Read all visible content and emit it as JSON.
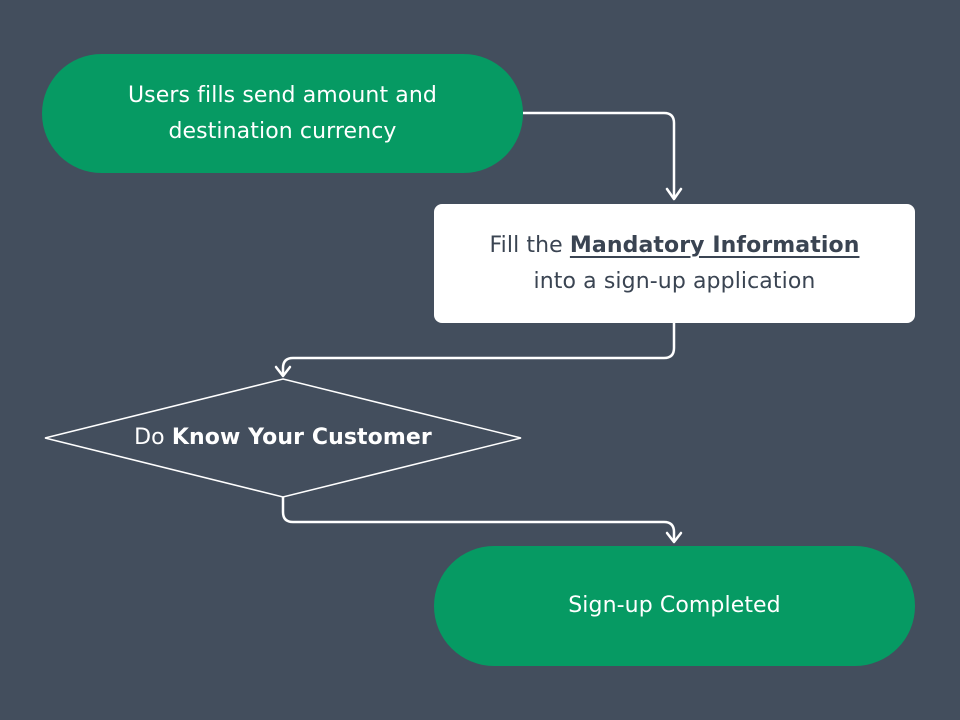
{
  "colors": {
    "background": "#434e5d",
    "terminal_fill": "#069a63",
    "process_fill": "#ffffff",
    "process_text": "#3a4452",
    "connector": "#ffffff"
  },
  "flowchart": {
    "start": {
      "shape": "terminal",
      "line1": "Users fills send amount and",
      "line2": "destination currency"
    },
    "fill_info": {
      "shape": "process",
      "prefix": "Fill the ",
      "link": "Mandatory Information",
      "line2": "into a sign-up application"
    },
    "kyc": {
      "shape": "decision",
      "prefix": "Do ",
      "bold": "Know Your Customer"
    },
    "end": {
      "shape": "terminal",
      "label": "Sign-up Completed"
    }
  }
}
